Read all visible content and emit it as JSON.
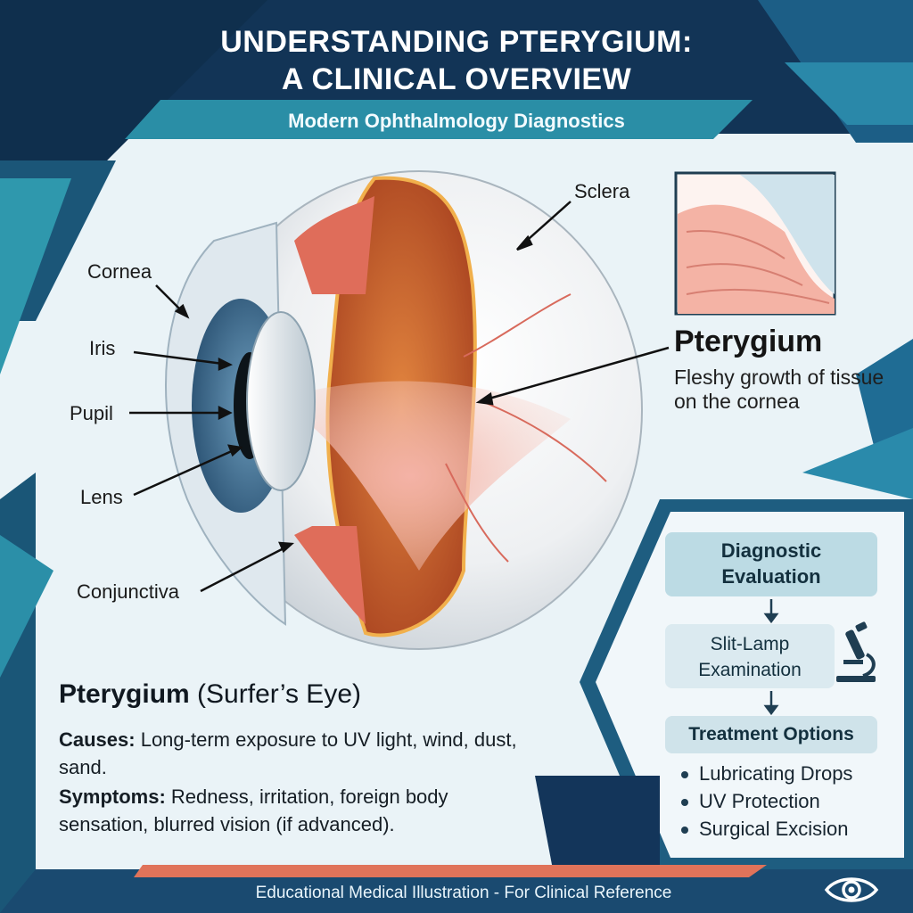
{
  "header": {
    "title_line1": "UNDERSTANDING PTERYGIUM:",
    "title_line2": "A CLINICAL OVERVIEW",
    "subtitle": "Modern Ophthalmology Diagnostics"
  },
  "labels": {
    "sclera": "Sclera",
    "cornea": "Cornea",
    "iris": "Iris",
    "pupil": "Pupil",
    "lens": "Lens",
    "conjunctiva": "Conjunctiva"
  },
  "pterygium_callout": {
    "title": "Pterygium",
    "description": "Fleshy growth of tissue on the cornea"
  },
  "info": {
    "title_bold": "Pterygium",
    "title_rest": " (Surfer’s Eye)",
    "causes_label": "Causes:",
    "causes_text": " Long-term exposure to UV light, wind, dust, sand.",
    "symptoms_label": "Symptoms:",
    "symptoms_text": " Redness, irritation, foreign body sensation, blurred vision (if advanced)."
  },
  "flow": {
    "step1_line1": "Diagnostic",
    "step1_line2": "Evaluation",
    "step2_line1": "Slit-Lamp",
    "step2_line2": "Examination",
    "step3": "Treatment Options",
    "treatments": [
      "Lubricating Drops",
      "UV Protection",
      "Surgical Excision"
    ]
  },
  "footer": {
    "text": "Educational Medical Illustration - For Clinical Reference"
  },
  "colors": {
    "navy": "#143a5a",
    "teal": "#2d8fa3",
    "tissue": "#f0a39a"
  },
  "icons": [
    "microscope-icon",
    "eye-logo-icon"
  ]
}
